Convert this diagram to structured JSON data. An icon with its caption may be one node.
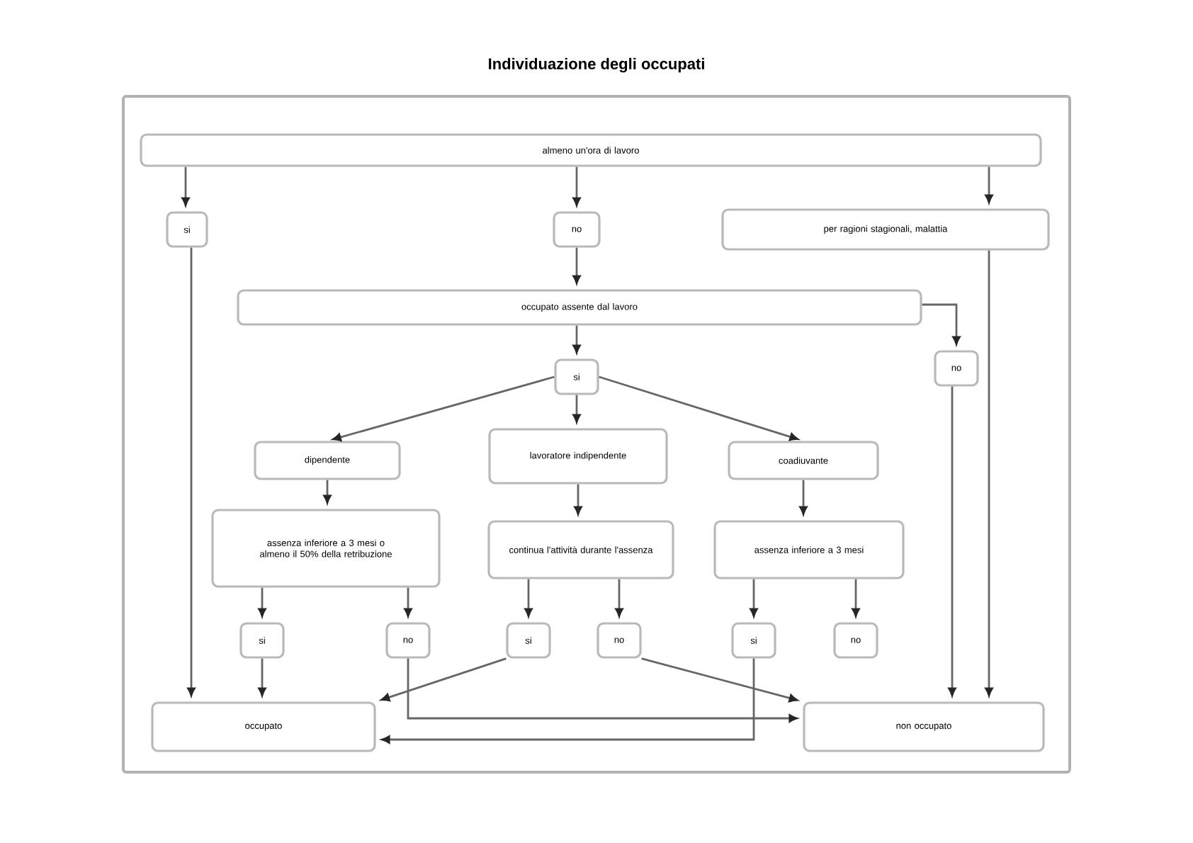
{
  "diagram": {
    "title": "Individuazione degli occupati",
    "nodes": [
      {
        "text": [
          "almeno un'ora di lavoro"
        ]
      },
      {
        "text": [
          "si"
        ]
      },
      {
        "text": [
          "no"
        ]
      },
      {
        "text": [
          "per ragioni stagionali, malattia"
        ]
      },
      {
        "text": [
          "occupato assente dal lavoro"
        ]
      },
      {
        "text": [
          "si"
        ]
      },
      {
        "text": [
          "no"
        ]
      },
      {
        "text": [
          "dipendente"
        ]
      },
      {
        "text": [
          "lavoratore indipendente"
        ]
      },
      {
        "text": [
          "coadiuvante"
        ]
      },
      {
        "text": [
          "assenza inferiore a 3 mesi o almeno il 50% della retribuzione"
        ]
      },
      {
        "text": [
          "continua l'attività durante l'assenza"
        ]
      },
      {
        "text": [
          "assenza inferiore a 3 mesi"
        ]
      },
      {
        "text": [
          "si"
        ]
      },
      {
        "text": [
          "no"
        ]
      },
      {
        "text": [
          "si"
        ]
      },
      {
        "text": [
          "no"
        ]
      },
      {
        "text": [
          "si"
        ]
      },
      {
        "text": [
          "no"
        ]
      },
      {
        "text": [
          "occupato"
        ]
      },
      {
        "text": [
          "non occupato"
        ]
      }
    ],
    "edges": [
      {
        "from": 0,
        "to": 1,
        "arrow": "to"
      },
      {
        "from": 0,
        "to": 2,
        "arrow": "to"
      },
      {
        "from": 0,
        "to": 3,
        "arrow": "to"
      },
      {
        "from": 1,
        "to": 19,
        "arrow": "to"
      },
      {
        "from": 2,
        "to": 4,
        "arrow": "to"
      },
      {
        "from": 3,
        "to": 20,
        "arrow": "to"
      },
      {
        "from": 4,
        "to": 5,
        "arrow": "to"
      },
      {
        "from": 4,
        "to": 6,
        "arrow": "to"
      },
      {
        "from": 6,
        "to": 20,
        "arrow": "to"
      },
      {
        "from": 5,
        "to": 7,
        "arrow": "to"
      },
      {
        "from": 5,
        "to": 8,
        "arrow": "to"
      },
      {
        "from": 5,
        "to": 9,
        "arrow": "to"
      },
      {
        "from": 7,
        "to": 10,
        "arrow": "to"
      },
      {
        "from": 8,
        "to": 11,
        "arrow": "to"
      },
      {
        "from": 9,
        "to": 12,
        "arrow": "to"
      },
      {
        "from": 10,
        "to": 13,
        "arrow": "to"
      },
      {
        "from": 10,
        "to": 14,
        "arrow": "to"
      },
      {
        "from": 11,
        "to": 15,
        "arrow": "to"
      },
      {
        "from": 11,
        "to": 16,
        "arrow": "to"
      },
      {
        "from": 12,
        "to": 17,
        "arrow": "to"
      },
      {
        "from": 12,
        "to": 18,
        "arrow": "to"
      },
      {
        "from": 13,
        "to": 19,
        "arrow": "to"
      },
      {
        "from": 14,
        "to": 20,
        "arrow": "to"
      },
      {
        "from": 15,
        "to": 19,
        "arrow": "to"
      },
      {
        "from": 16,
        "to": 20,
        "arrow": "to"
      },
      {
        "from": 17,
        "to": 19,
        "arrow": "to"
      }
    ]
  }
}
